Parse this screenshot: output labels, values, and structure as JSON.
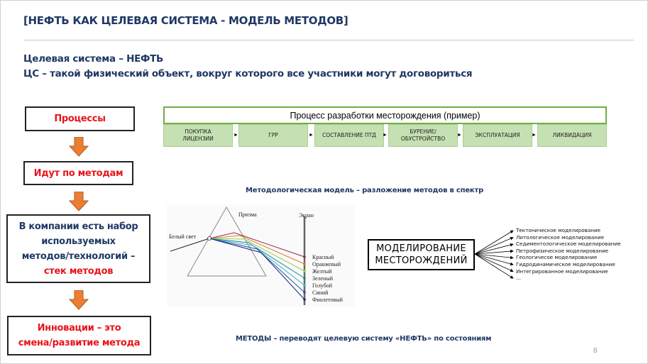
{
  "header": {
    "title": "[НЕФТЬ КАК ЦЕЛЕВАЯ СИСТЕМА - МОДЕЛЬ МЕТОДОВ]",
    "subtitle_1": "Целевая система – НЕФТЬ",
    "subtitle_2": "ЦС – такой физический объект, вокруг которого все участники могут договориться"
  },
  "flow": {
    "box1": "Процессы",
    "box2": "Идут по методам",
    "box3_line1": "В компании есть набор",
    "box3_line2": "используемых",
    "box3_line3": "методов/технологий –",
    "box3_line4": "стек методов",
    "box4_line1": "Инновации – это",
    "box4_line2": "смена/развитие метода"
  },
  "process": {
    "title": "Процесс разработки месторождения (пример)",
    "steps": [
      {
        "l1": "ПОКУПКА",
        "l2": "ЛИЦЕНЗИИ"
      },
      {
        "l1": "ГРР",
        "l2": ""
      },
      {
        "l1": "СОСТАВЛЕНИЕ ПТД",
        "l2": ""
      },
      {
        "l1": "БУРЕНИЕ/",
        "l2": "ОБУСТРОЙСТВО"
      },
      {
        "l1": "ЭКСПЛУАТАЦИЯ",
        "l2": ""
      },
      {
        "l1": "ЛИКВИДАЦИЯ",
        "l2": ""
      }
    ]
  },
  "spectrum": {
    "caption": "Методологическая модель – разложение методов в спектр",
    "white_light": "Белый свет",
    "prism": "Призма",
    "screen": "Экран",
    "colors": [
      "Красный",
      "Оранжевый",
      "Желтый",
      "Зеленый",
      "Голубой",
      "Синий",
      "Фиолетовый"
    ],
    "ray_colors": [
      "#8b2942",
      "#e87722",
      "#8fd14f",
      "#1f8a8a",
      "#37b6d6",
      "#2a4fa0",
      "#1a237e"
    ]
  },
  "modeling": {
    "box_line1": "МОДЕЛИРОВАНИЕ",
    "box_line2": "МЕСТОРОЖДЕНИЙ",
    "items": [
      "Тектоническое моделирование",
      "Литологическое моделирование",
      "Седиментологическое моделирование",
      "Петрофизическое моделирование",
      "Геологичесое моделирование",
      "Гидродинамическое моделирование",
      "Интегрированное моделирование",
      "..."
    ]
  },
  "footer": {
    "caption": "МЕТОДЫ – переводят целевую систему «НЕФТЬ» по состояниям",
    "page_number": "8"
  },
  "colors": {
    "accent": "#1f3864",
    "highlight": "#e8141b",
    "arrow": "#ed7d31",
    "green": "#70ad47"
  }
}
